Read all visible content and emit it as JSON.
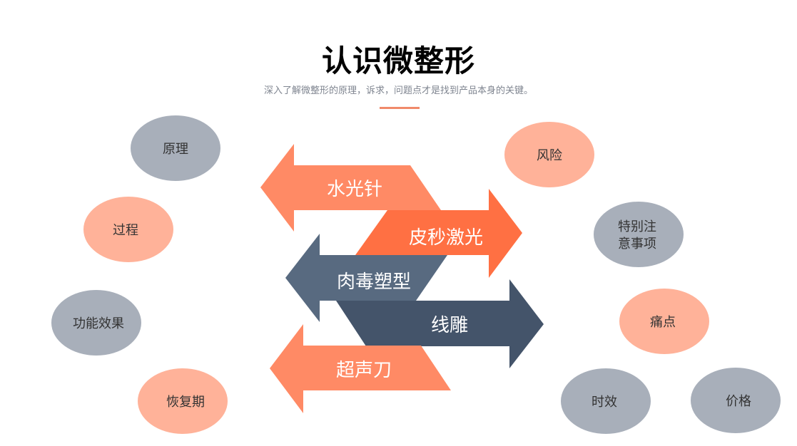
{
  "title": "认识微整形",
  "subtitle": "深入了解微整形的原理，诉求，问题点才是找到产品本身的关键。",
  "colors": {
    "accent": "#f08a6a",
    "salmon": "#FFB299",
    "gray": "#A8AFBA",
    "orange_light": "#FF8A65",
    "orange": "#FF7043",
    "slate_light": "#586A80",
    "slate": "#44546A"
  },
  "arrows": [
    {
      "label": "水光针",
      "direction": "left",
      "color": "#FF8A65"
    },
    {
      "label": "皮秒激光",
      "direction": "right",
      "color": "#FF7043"
    },
    {
      "label": "肉毒塑型",
      "direction": "left",
      "color": "#586A80"
    },
    {
      "label": "线雕",
      "direction": "right",
      "color": "#44546A"
    },
    {
      "label": "超声刀",
      "direction": "left",
      "color": "#FF8A65"
    }
  ],
  "left_bubbles": [
    {
      "label": "原理",
      "color": "#A8AFBA"
    },
    {
      "label": "过程",
      "color": "#FFB299"
    },
    {
      "label": "功能效果",
      "color": "#A8AFBA"
    },
    {
      "label": "恢复期",
      "color": "#FFB299"
    }
  ],
  "right_bubbles": [
    {
      "label": "风险",
      "color": "#FFB299"
    },
    {
      "label": "特别注",
      "label2": "意事项",
      "color": "#A8AFBA"
    },
    {
      "label": "痛点",
      "color": "#FFB299"
    },
    {
      "label": "时效",
      "color": "#A8AFBA"
    },
    {
      "label": "价格",
      "color": "#A8AFBA"
    }
  ]
}
